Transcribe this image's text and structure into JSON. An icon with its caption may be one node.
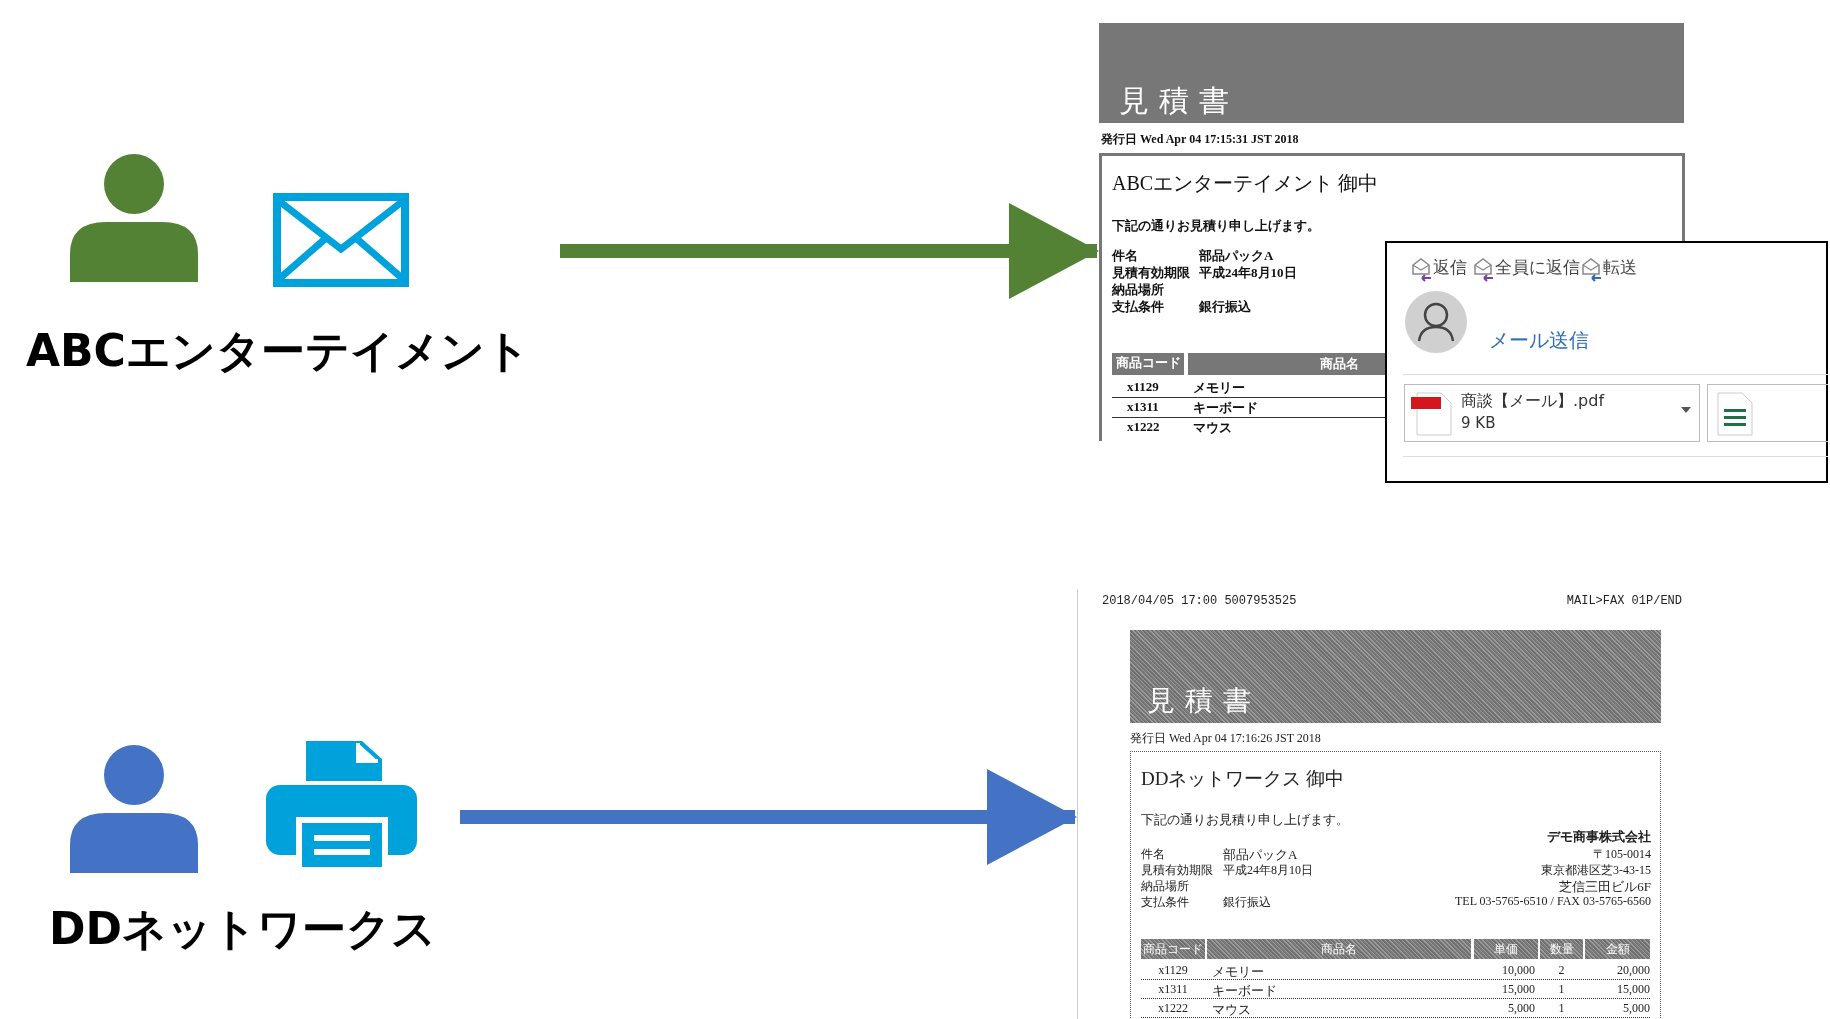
{
  "diagram": {
    "nodes": [
      {
        "text": [
          "ABCエンターテイメント"
        ]
      },
      {
        "text": [
          "見積書",
          "発行日 Wed Apr 04 17:15:31 JST 2018",
          "ABCエンターテイメント 御中",
          "下記の通りお見積り申し上げます。",
          "件名",
          "部品パックA",
          "見積有効期限",
          "平成24年8月10日",
          "納品場所",
          "支払条件",
          "銀行振込",
          "商品コード",
          "商品名",
          "x1129",
          "メモリー",
          "x1311",
          "キーボード",
          "x1222",
          "マウス"
        ]
      },
      {
        "text": [
          "返信",
          "全員に返信",
          "転送",
          "メール送信",
          "商談【メール】.pdf",
          "9 KB"
        ]
      },
      {
        "text": [
          "DDネットワークス"
        ]
      },
      {
        "text": [
          "2018/04/05 17:00 5007953525",
          "MAIL>FAX 01P/END",
          "見積書",
          "発行日 Wed Apr 04 17:16:26 JST 2018",
          "DDネットワークス 御中",
          "下記の通りお見積り申し上げます。",
          "件名",
          "部品パックA",
          "見積有効期限",
          "平成24年8月10日",
          "納品場所",
          "支払条件",
          "銀行振込",
          "デモ商事株式会社",
          "〒105-0014",
          "東京都港区芝3-43-15",
          "芝信三田ビル6F",
          "TEL 03-5765-6510 / FAX 03-5765-6560",
          "商品コード",
          "商品名",
          "単価",
          "数量",
          "金額",
          "x1129",
          "メモリー",
          "10,000",
          "2",
          "20,000",
          "x1311",
          "キーボード",
          "15,000",
          "1",
          "15,000",
          "x1222",
          "マウス",
          "5,000",
          "1",
          "5,000"
        ]
      }
    ],
    "edges": [
      {
        "from": 0,
        "to": 1,
        "arrow": "to",
        "color": "#548235"
      },
      {
        "from": 3,
        "to": 4,
        "arrow": "to",
        "color": "#4472c4"
      }
    ]
  }
}
